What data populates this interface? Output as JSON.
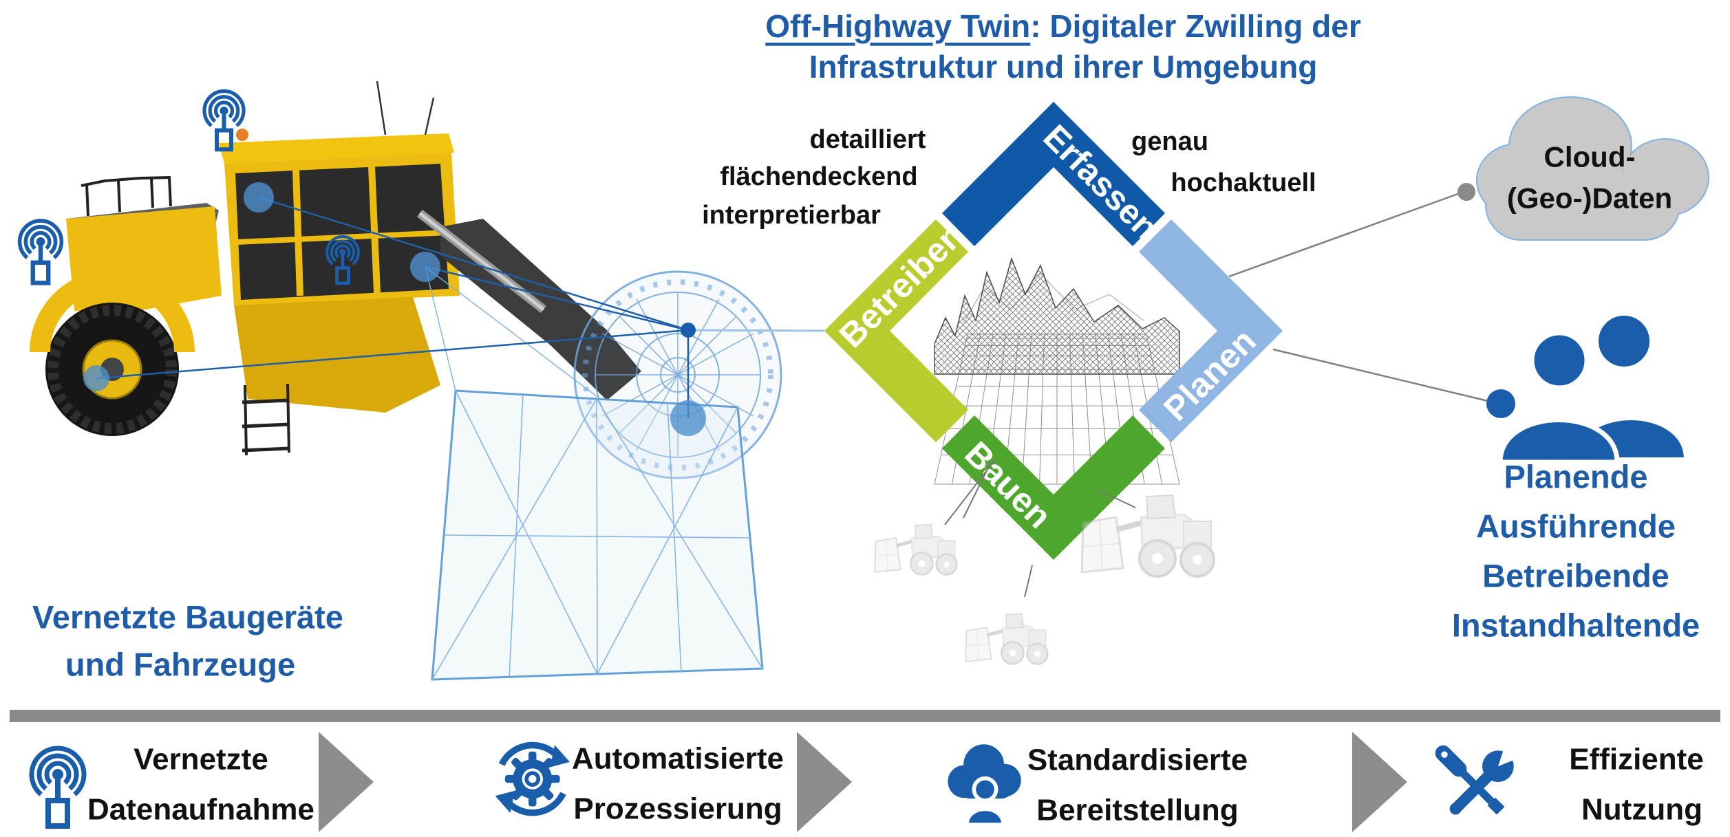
{
  "title": {
    "line1_underlined": "Off-Highway Twin",
    "line1_rest": ": Digitaler Zwilling der",
    "line2": "Infrastruktur und ihrer Umgebung"
  },
  "colors": {
    "accent_blue": "#1F5CA8",
    "band_erfassen": "#1059A8",
    "band_planen": "#8FB6E3",
    "band_bauen": "#4EA72C",
    "band_betreiben": "#B9CC2E",
    "icon_blue": "#1A5EAB",
    "wireframe_blue": "#5B9BD5",
    "sensor_dot_blue": "#4F90CE",
    "gray_bar": "#8A8A8A",
    "arrow_gray": "#8C8C8C",
    "cloud_fill": "#C9C9C9",
    "cloud_stroke": "#7FB2E3",
    "text_black": "#111111"
  },
  "diagram": {
    "segments": [
      {
        "id": "erfassen",
        "label": "Erfassen",
        "color": "#1059A8"
      },
      {
        "id": "planen",
        "label": "Planen",
        "color": "#8FB6E3"
      },
      {
        "id": "bauen",
        "label": "Bauen",
        "color": "#4EA72C"
      },
      {
        "id": "betreiben",
        "label": "Betreiben",
        "color": "#B9CC2E"
      }
    ],
    "qualities_left": [
      "detailliert",
      "flächendeckend",
      "interpretierbar"
    ],
    "qualities_right": [
      "genau",
      "hochaktuell"
    ]
  },
  "cloud": {
    "line1": "Cloud-",
    "line2": "(Geo-)Daten"
  },
  "stakeholders": [
    "Planende",
    "Ausführende",
    "Betreibende",
    "Instandhaltende"
  ],
  "machine_caption": {
    "line1": "Vernetzte Baugeräte",
    "line2": "und Fahrzeuge"
  },
  "process": {
    "steps": [
      {
        "icon": "wifi-beacon-icon",
        "line1": "Vernetzte",
        "line2": "Datenaufnahme"
      },
      {
        "icon": "gear-sync-icon",
        "line1": "Automatisierte",
        "line2": "Prozessierung"
      },
      {
        "icon": "cloud-user-icon",
        "line1": "Standardisierte",
        "line2": "Bereitstellung"
      },
      {
        "icon": "tools-icon",
        "line1": "Effiziente",
        "line2": "Nutzung"
      }
    ]
  }
}
